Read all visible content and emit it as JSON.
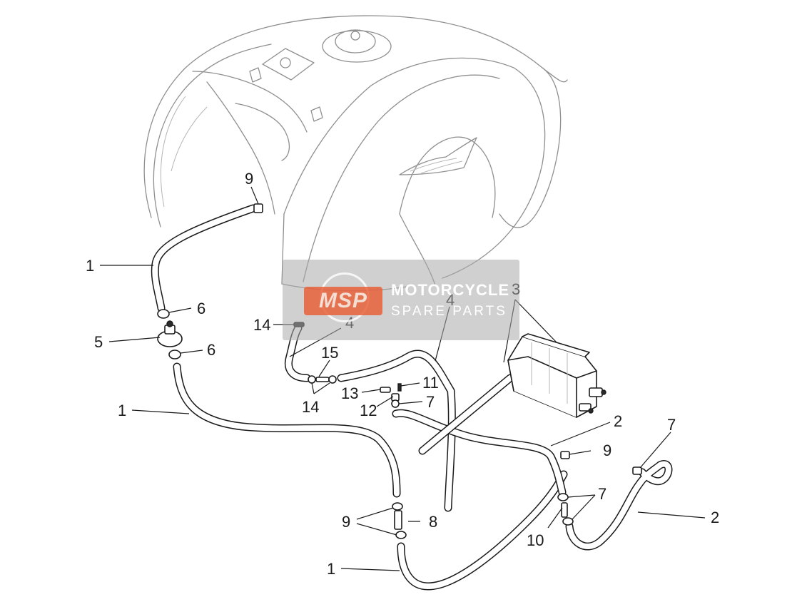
{
  "watermark": {
    "badge": "MSP",
    "line1": "MOTORCYCLE",
    "line2": "SPARE PARTS"
  },
  "callouts": [
    {
      "id": "c1a",
      "label": "1"
    },
    {
      "id": "c9a",
      "label": "9"
    },
    {
      "id": "c6a",
      "label": "6"
    },
    {
      "id": "c5",
      "label": "5"
    },
    {
      "id": "c6b",
      "label": "6"
    },
    {
      "id": "c1b",
      "label": "1"
    },
    {
      "id": "c14a",
      "label": "14"
    },
    {
      "id": "c4a",
      "label": "4"
    },
    {
      "id": "c15",
      "label": "15"
    },
    {
      "id": "c14b",
      "label": "14"
    },
    {
      "id": "c4b",
      "label": "4"
    },
    {
      "id": "c3",
      "label": "3"
    },
    {
      "id": "c11",
      "label": "11"
    },
    {
      "id": "c13",
      "label": "13"
    },
    {
      "id": "c7a",
      "label": "7"
    },
    {
      "id": "c12",
      "label": "12"
    },
    {
      "id": "c2a",
      "label": "2"
    },
    {
      "id": "c9b",
      "label": "9"
    },
    {
      "id": "c7b",
      "label": "7"
    },
    {
      "id": "c7c",
      "label": "7"
    },
    {
      "id": "c2b",
      "label": "2"
    },
    {
      "id": "c10",
      "label": "10"
    },
    {
      "id": "c9c",
      "label": "9"
    },
    {
      "id": "c8",
      "label": "8"
    },
    {
      "id": "c1c",
      "label": "1"
    }
  ]
}
